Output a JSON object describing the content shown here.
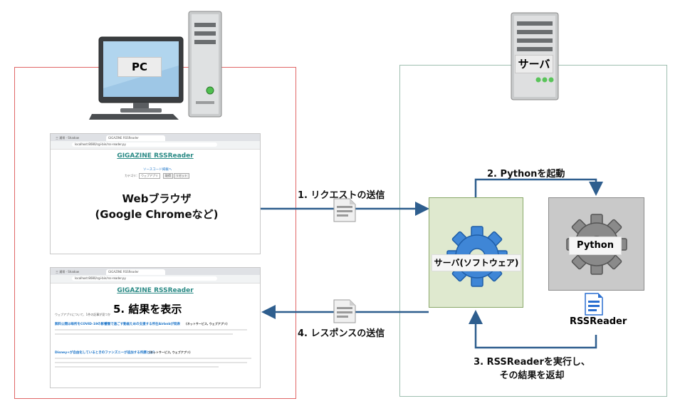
{
  "pc": {
    "label": "PC"
  },
  "server": {
    "label": "サーバ"
  },
  "browser_top": {
    "tab1": "三 通常 - Shadow",
    "tab2": "GIGAZINE RSSReader",
    "url": "localhost:8080/cgi-bin/rss-reader.py",
    "site_title": "GIGAZINE RSSReader",
    "source_link": "ソースコード掲載へ",
    "category_label": "カテゴリ：",
    "select_value": "ウェブアプリ",
    "btn_search": "取得",
    "btn_reset": "リセット",
    "caption_line1": "Webブラウザ",
    "caption_line2": "(Google Chromeなど)"
  },
  "browser_bottom": {
    "tab1": "三 通常 - Shadow",
    "tab2": "GIGAZINE RSSReader",
    "url": "localhost:8080/cgi-bin/rss-reader.py",
    "site_title": "GIGAZINE RSSReader",
    "category_text": "ウェブアプリについて、1件の記事が見つかりました。",
    "article1_title": "無料公開は毎所をCOVID-19の影響圏で過ごす動画ための支援する所在Airbnbが発表",
    "article1_tag": "(ネットサービス, ウェブアプリ)",
    "article2_title": "Disney+が自由化しているときのファンズニーが追加する所謂とは？",
    "article2_tag": "(ネットサービス, ウェブアプリ)",
    "caption": "5. 結果を表示"
  },
  "steps": {
    "step1": "1. リクエストの送信",
    "step2": "2. Pythonを起動",
    "step3_line1": "3. RSSReaderを実行し、",
    "step3_line2": "その結果を返却",
    "step4": "4. レスポンスの送信"
  },
  "server_software": {
    "label": "サーバ(ソフトウェア)"
  },
  "python": {
    "label": "Python"
  },
  "rssreader": {
    "label": "RSSReader"
  },
  "colors": {
    "arrow": "#2e5e8e",
    "pc_frame": "#e06666",
    "server_frame": "#9fbfb0",
    "software_box": "#dfe9cf",
    "python_box": "#c9c9c9",
    "gear_blue": "#3f86d6",
    "gear_gray": "#8a8a8a"
  }
}
